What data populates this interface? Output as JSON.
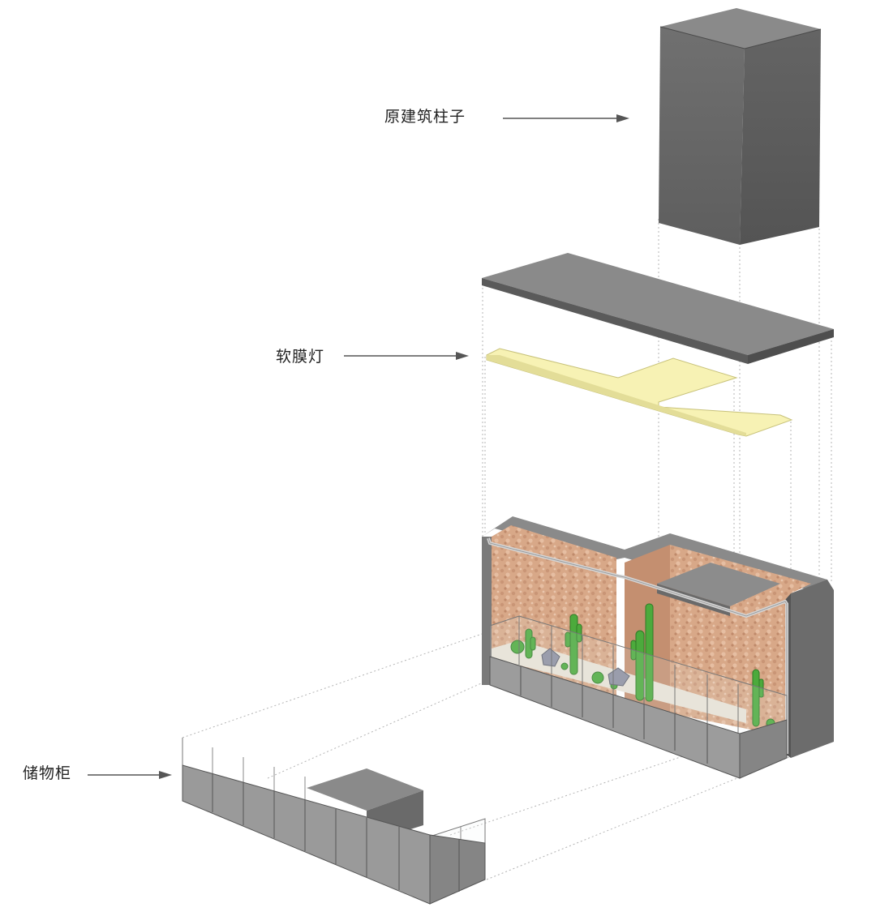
{
  "labels": {
    "column": "原建筑柱子",
    "light": "软膜灯",
    "cabinet": "储物柜"
  },
  "colors": {
    "concrete_top": "#8c8c8c",
    "concrete_front": "#6a6a6a",
    "concrete_side": "#5c5c5c",
    "light_film": "#f7f2b4",
    "sand_wall": "#d9a98a",
    "cactus": "#4caa3c",
    "tile": "#9c9c9c",
    "guide_line": "#b4b4b4",
    "arrow": "#555555",
    "text": "#222222"
  }
}
